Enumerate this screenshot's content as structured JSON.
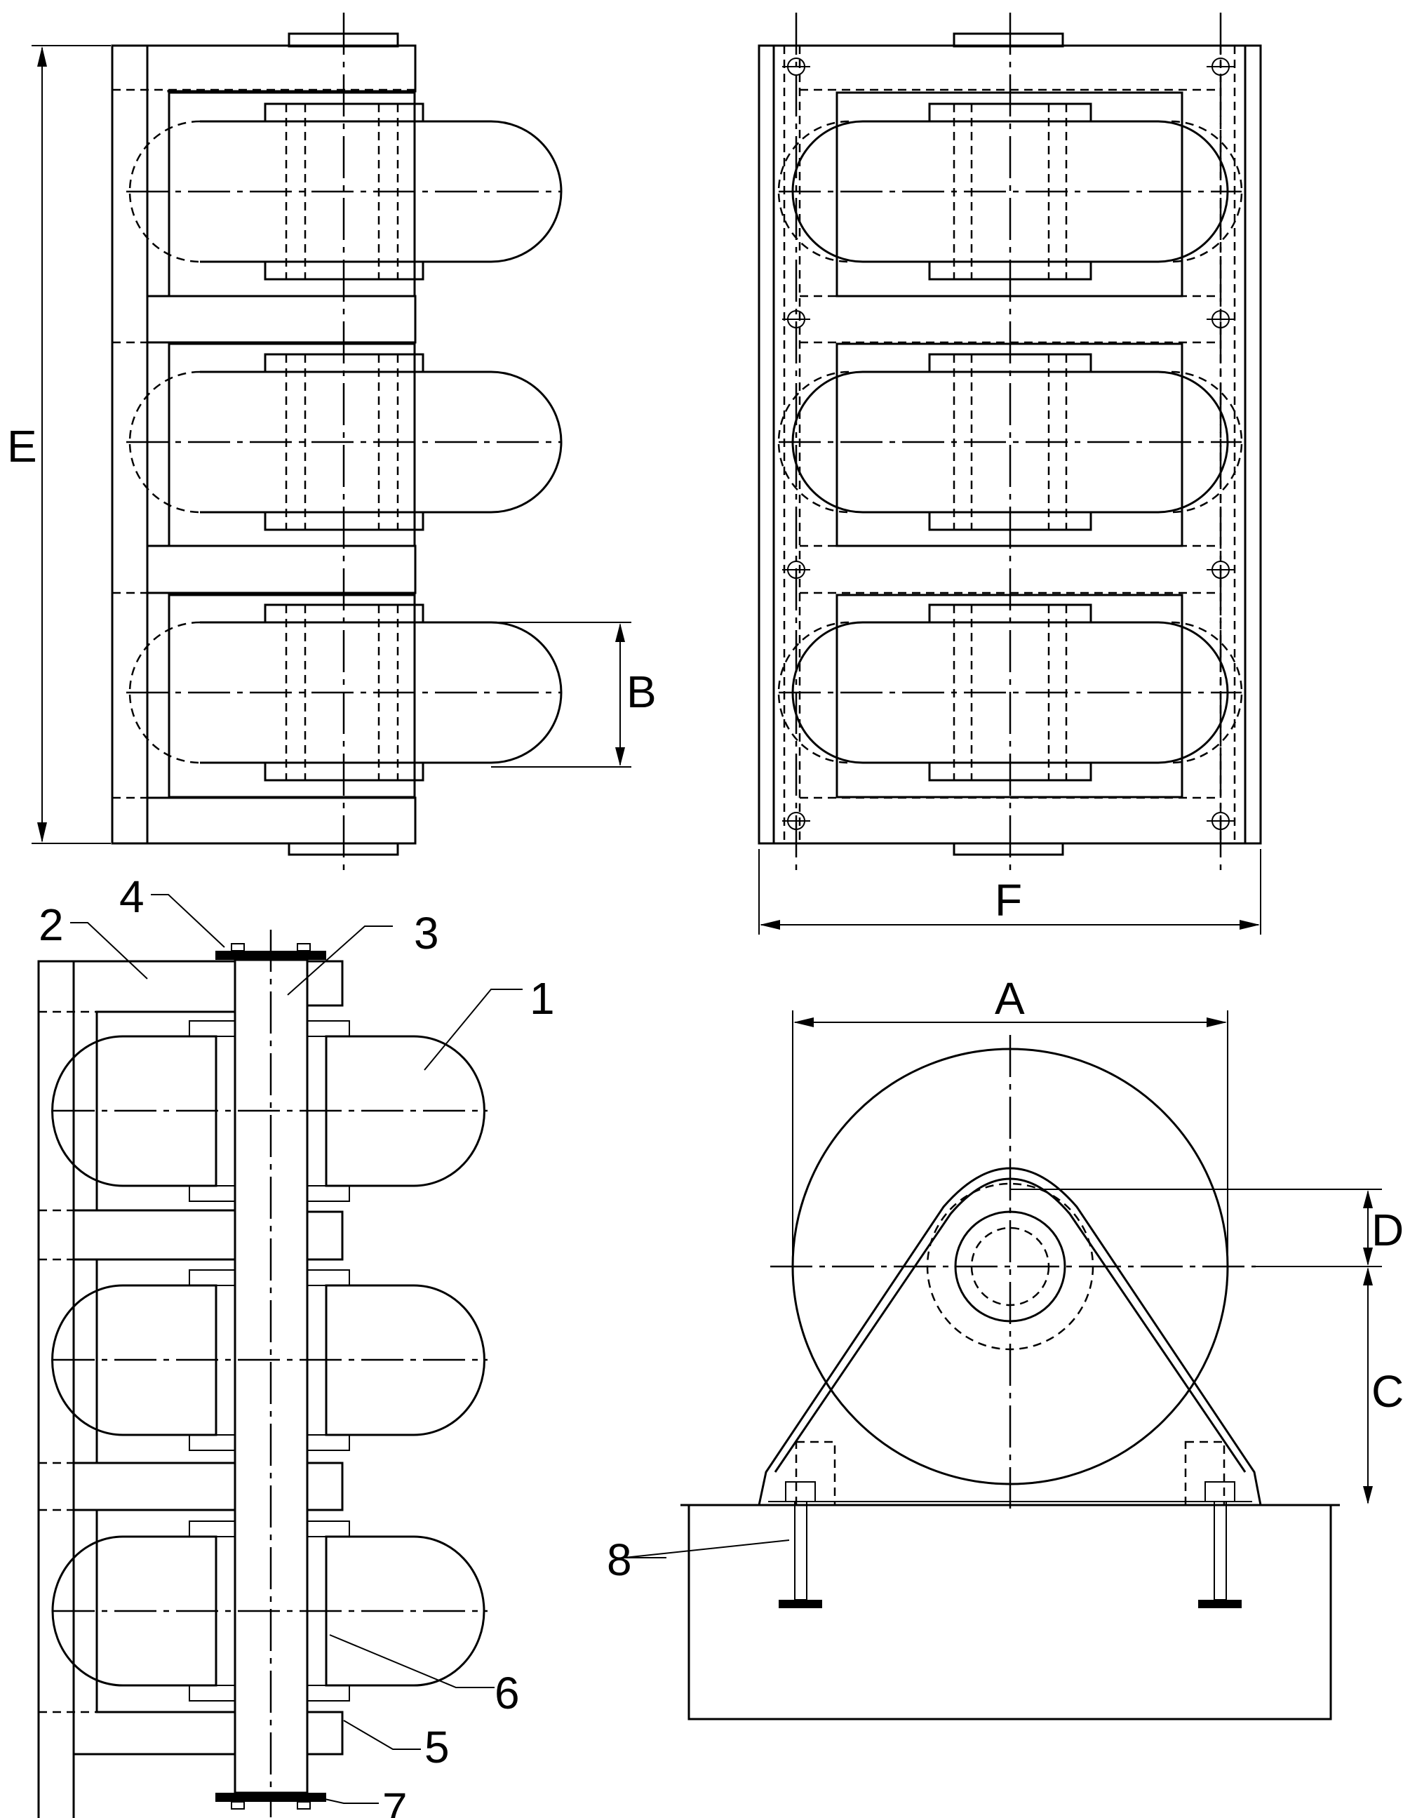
{
  "dimension_labels": {
    "A": "A",
    "B": "B",
    "C": "C",
    "D": "D",
    "E": "E",
    "F": "F"
  },
  "callouts": [
    "1",
    "2",
    "3",
    "4",
    "5",
    "6",
    "7",
    "8"
  ],
  "views": {
    "side_elevation": {
      "roller_count": 3
    },
    "front_elevation": {
      "roller_count": 3
    },
    "section": {
      "roller_count": 3
    },
    "end_view": {}
  }
}
